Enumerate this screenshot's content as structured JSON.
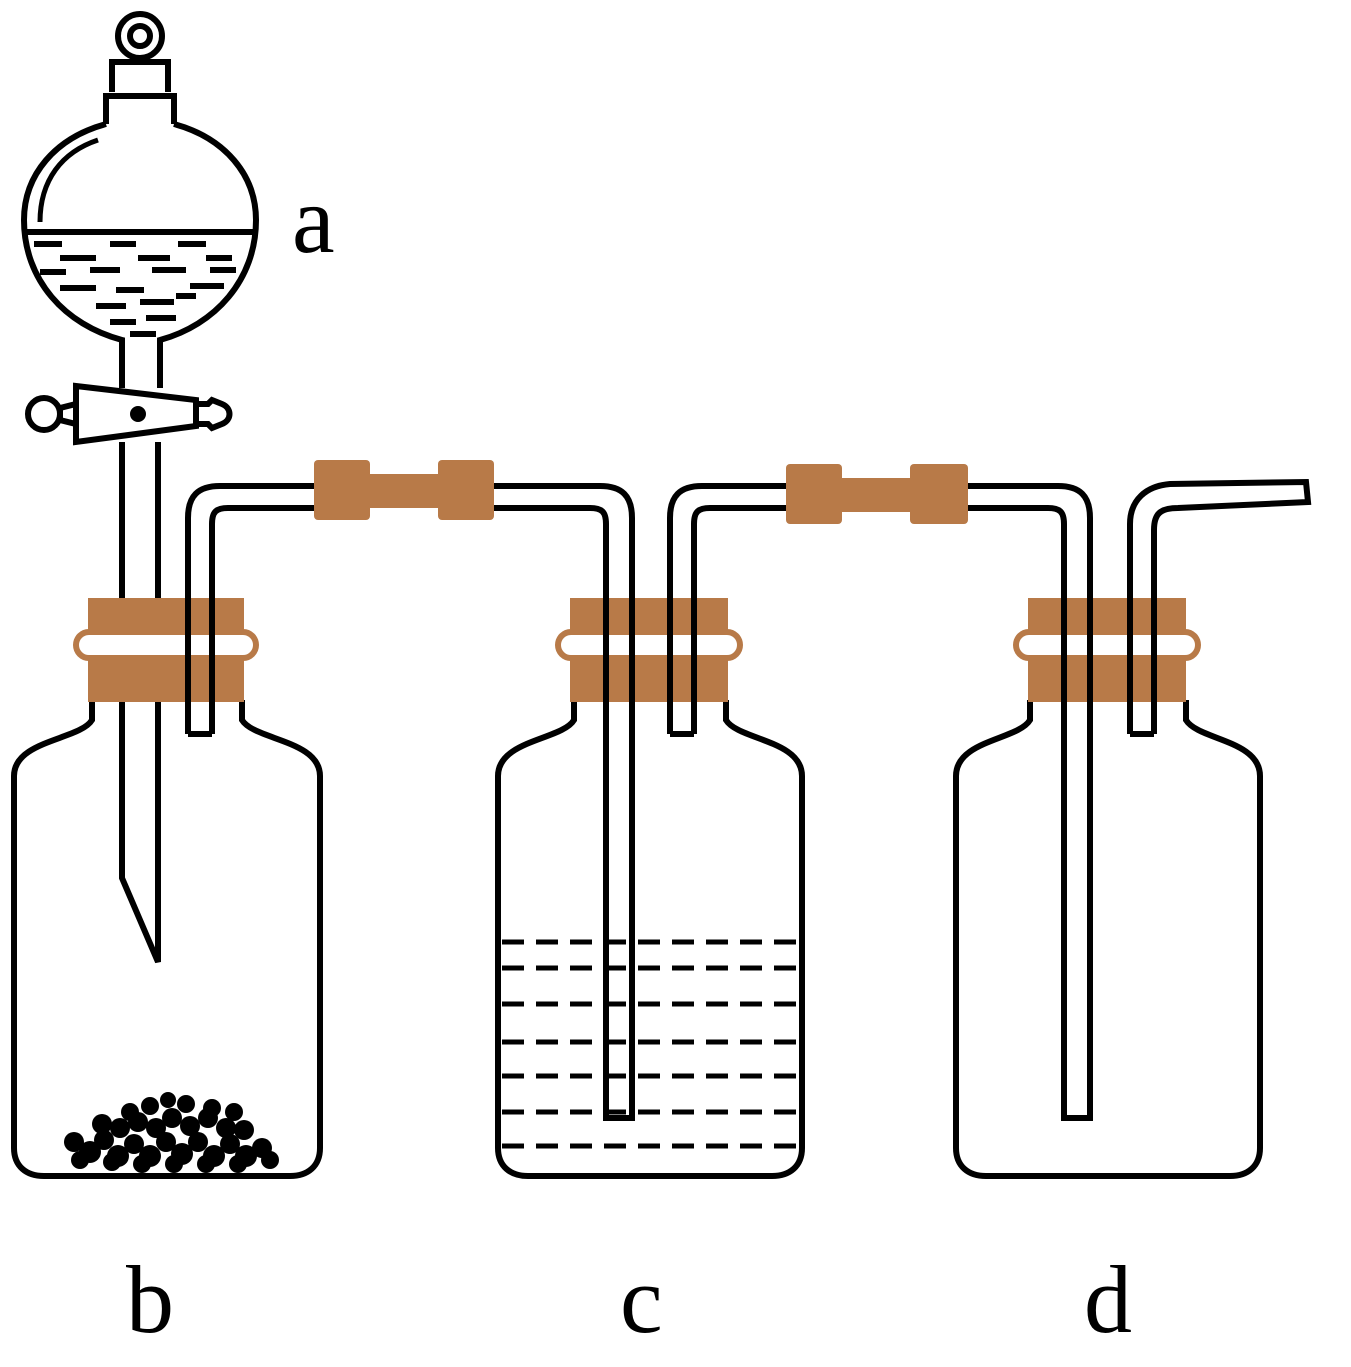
{
  "labels": {
    "a": "a",
    "b": "b",
    "c": "c",
    "d": "d"
  },
  "colors": {
    "line": "#000000",
    "rubber": "#b87a48",
    "background": "#ffffff"
  }
}
